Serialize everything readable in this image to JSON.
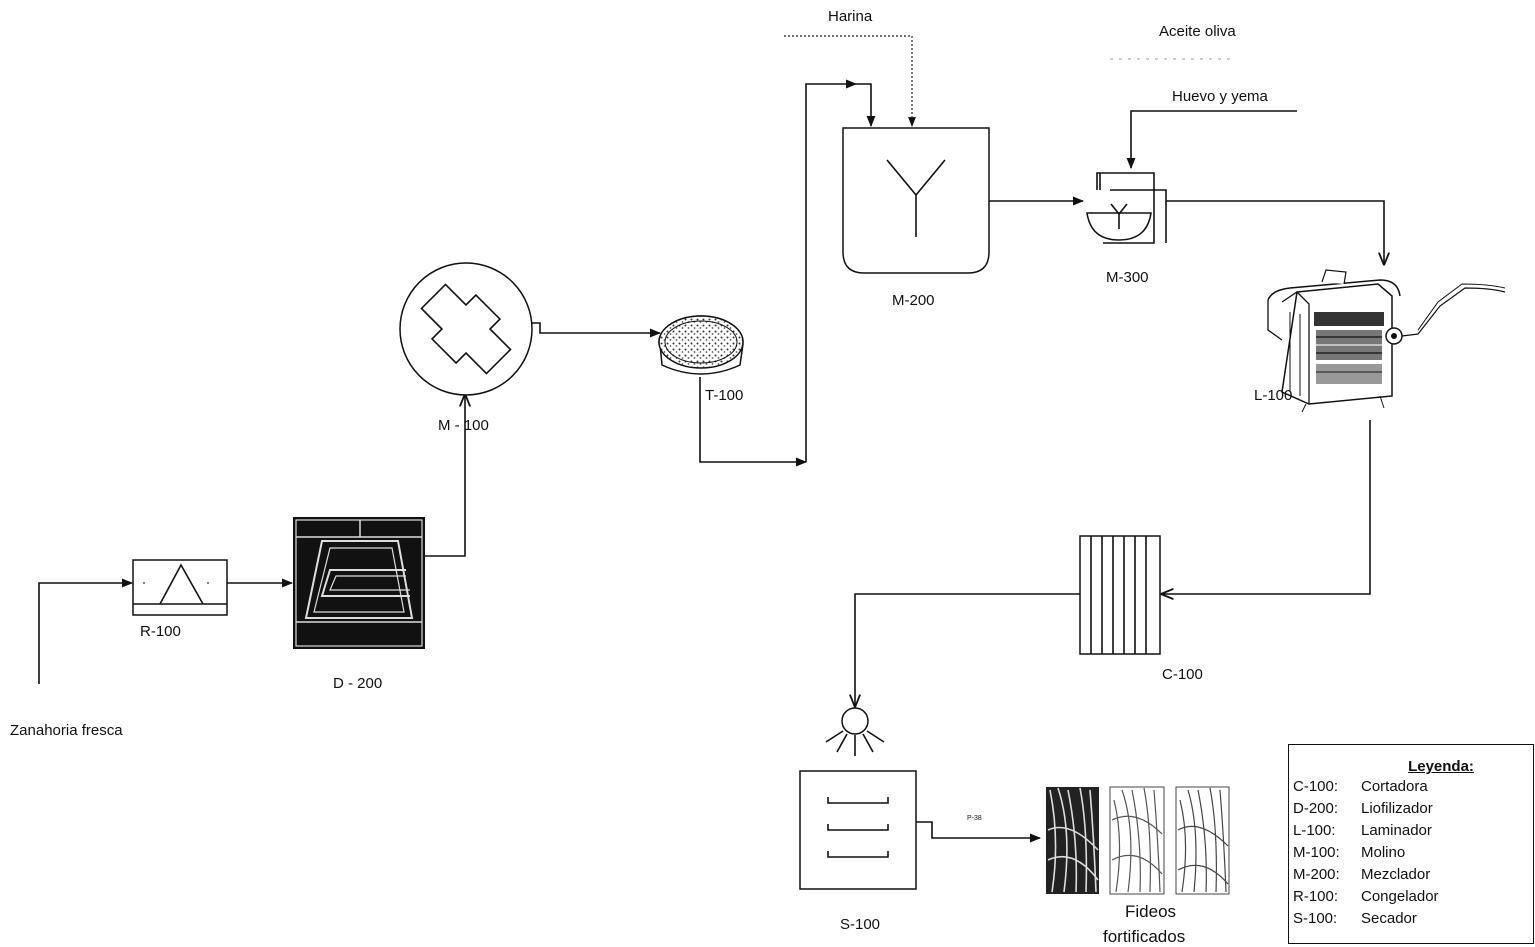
{
  "streams": {
    "harina": "Harina",
    "aceite": "Aceite oliva",
    "huevo": "Huevo y yema",
    "zanahoria": "Zanahoria fresca",
    "p38": "P-38"
  },
  "equipment": {
    "r100": "R-100",
    "d200": "D - 200",
    "m100": "M - 100",
    "t100": "T-100",
    "m200": "M-200",
    "m300": "M-300",
    "l100": "L-100",
    "c100": "C-100",
    "s100": "S-100"
  },
  "product": {
    "line1": "Fideos",
    "line2": "fortificados"
  },
  "legend": {
    "title": "Leyenda:",
    "items": [
      {
        "code": "C-100:",
        "name": "Cortadora"
      },
      {
        "code": "D-200:",
        "name": "Liofilizador"
      },
      {
        "code": "L-100:",
        "name": "Laminador"
      },
      {
        "code": "M-100:",
        "name": "Molino"
      },
      {
        "code": "M-200:",
        "name": "Mezclador"
      },
      {
        "code": "R-100:",
        "name": "Congelador"
      },
      {
        "code": "S-100:",
        "name": "Secador"
      }
    ]
  }
}
